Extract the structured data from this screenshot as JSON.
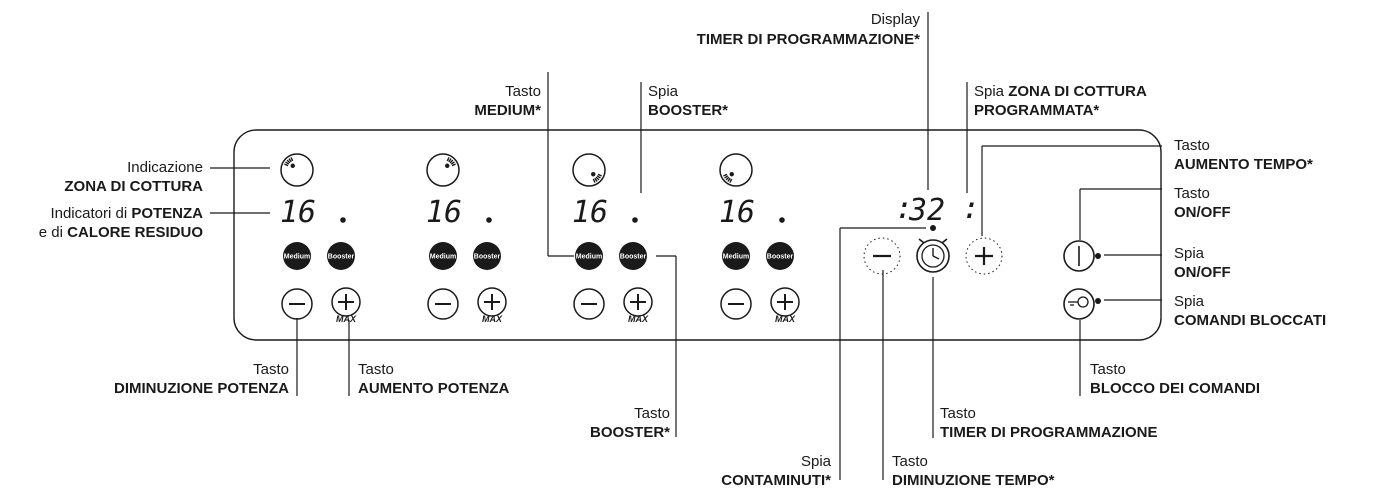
{
  "labels": {
    "display_timer": {
      "line1": "Display",
      "line2": "TIMER DI PROGRAMMAZIONE*"
    },
    "tasto_medium": {
      "line1": "Tasto",
      "line2": "MEDIUM*"
    },
    "spia_booster": {
      "line1": "Spia",
      "line2": "BOOSTER*"
    },
    "spia_zona_programmata": {
      "line1a": "Spia ",
      "line1b": "ZONA DI COTTURA",
      "line2": "PROGRAMMATA*"
    },
    "indicazione_zona": {
      "line1": "Indicazione",
      "line2": "ZONA DI COTTURA"
    },
    "indicatori_potenza": {
      "line1a": "Indicatori di ",
      "line1b": "POTENZA",
      "line2a": "e di ",
      "line2b": "CALORE RESIDUO"
    },
    "tasto_aumento_tempo": {
      "line1": "Tasto",
      "line2": "AUMENTO TEMPO*"
    },
    "tasto_onoff": {
      "line1": "Tasto",
      "line2": "ON/OFF"
    },
    "spia_onoff": {
      "line1": "Spia",
      "line2": "ON/OFF"
    },
    "spia_comandi_bloccati": {
      "line1": "Spia",
      "line2": "COMANDI BLOCCATI"
    },
    "tasto_diminuzione_potenza": {
      "line1": "Tasto",
      "line2": "DIMINUZIONE POTENZA"
    },
    "tasto_aumento_potenza": {
      "line1": "Tasto",
      "line2": "AUMENTO POTENZA"
    },
    "tasto_booster": {
      "line1": "Tasto",
      "line2": "BOOSTER*"
    },
    "tasto_timer": {
      "line1": "Tasto",
      "line2": "TIMER DI PROGRAMMAZIONE"
    },
    "tasto_diminuzione_tempo": {
      "line1": "Tasto",
      "line2": "DIMINUZIONE TEMPO*"
    },
    "spia_contaminuti": {
      "line1": "Spia",
      "line2": "CONTAMINUTI*"
    },
    "tasto_blocco_comandi": {
      "line1": "Tasto",
      "line2": "BLOCCO DEI COMANDI"
    }
  },
  "panel": {
    "zones": [
      {
        "power_display": "16",
        "medium_label": "Medium",
        "booster_label": "Booster",
        "max_label": "MAX"
      },
      {
        "power_display": "16",
        "medium_label": "Medium",
        "booster_label": "Booster",
        "max_label": "MAX"
      },
      {
        "power_display": "16",
        "medium_label": "Medium",
        "booster_label": "Booster",
        "max_label": "MAX"
      },
      {
        "power_display": "16",
        "medium_label": "Medium",
        "booster_label": "Booster",
        "max_label": "MAX"
      }
    ],
    "timer_display": "32"
  }
}
